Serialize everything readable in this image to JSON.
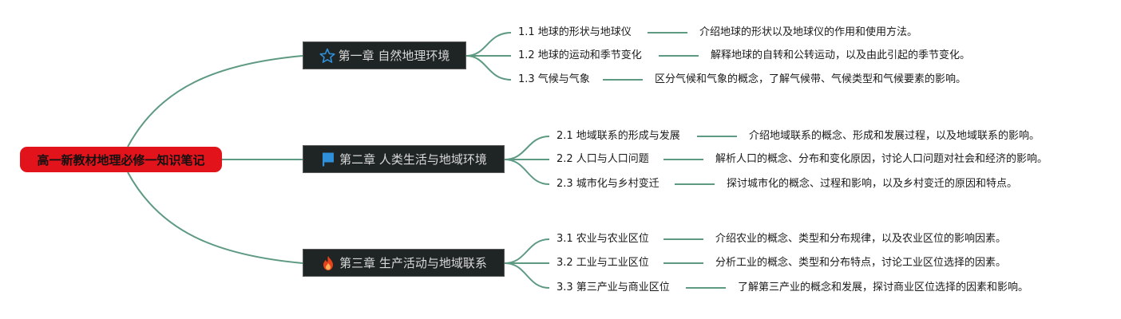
{
  "root": {
    "title": "高一新教材地理必修一知识笔记"
  },
  "colors": {
    "root_bg": "#e3131b",
    "chapter_bg": "#1f2424",
    "link": "#5e9a82",
    "star": "#2f8fd8",
    "flag": "#2f8fd8",
    "fire": "#e8421c"
  },
  "chapters": [
    {
      "icon": "star-icon",
      "title": "第一章 自然地理环境",
      "sections": [
        {
          "title": "1.1 地球的形状与地球仪",
          "desc": "介绍地球的形状以及地球仪的作用和使用方法。"
        },
        {
          "title": "1.2 地球的运动和季节变化",
          "desc": "解释地球的自转和公转运动，以及由此引起的季节变化。"
        },
        {
          "title": "1.3 气候与气象",
          "desc": "区分气候和气象的概念，了解气候带、气候类型和气候要素的影响。"
        }
      ]
    },
    {
      "icon": "flag-icon",
      "title": "第二章 人类生活与地域环境",
      "sections": [
        {
          "title": "2.1 地域联系的形成与发展",
          "desc": "介绍地域联系的概念、形成和发展过程，以及地域联系的影响。"
        },
        {
          "title": "2.2 人口与人口问题",
          "desc": "解析人口的概念、分布和变化原因，讨论人口问题对社会和经济的影响。"
        },
        {
          "title": "2.3 城市化与乡村变迁",
          "desc": "探讨城市化的概念、过程和影响，以及乡村变迁的原因和特点。"
        }
      ]
    },
    {
      "icon": "fire-icon",
      "title": "第三章 生产活动与地域联系",
      "sections": [
        {
          "title": "3.1 农业与农业区位",
          "desc": "介绍农业的概念、类型和分布规律，以及农业区位的影响因素。"
        },
        {
          "title": "3.2 工业与工业区位",
          "desc": "分析工业的概念、类型和分布特点，讨论工业区位选择的因素。"
        },
        {
          "title": "3.3 第三产业与商业区位",
          "desc": "了解第三产业的概念和发展，探讨商业区位选择的因素和影响。"
        }
      ]
    }
  ]
}
